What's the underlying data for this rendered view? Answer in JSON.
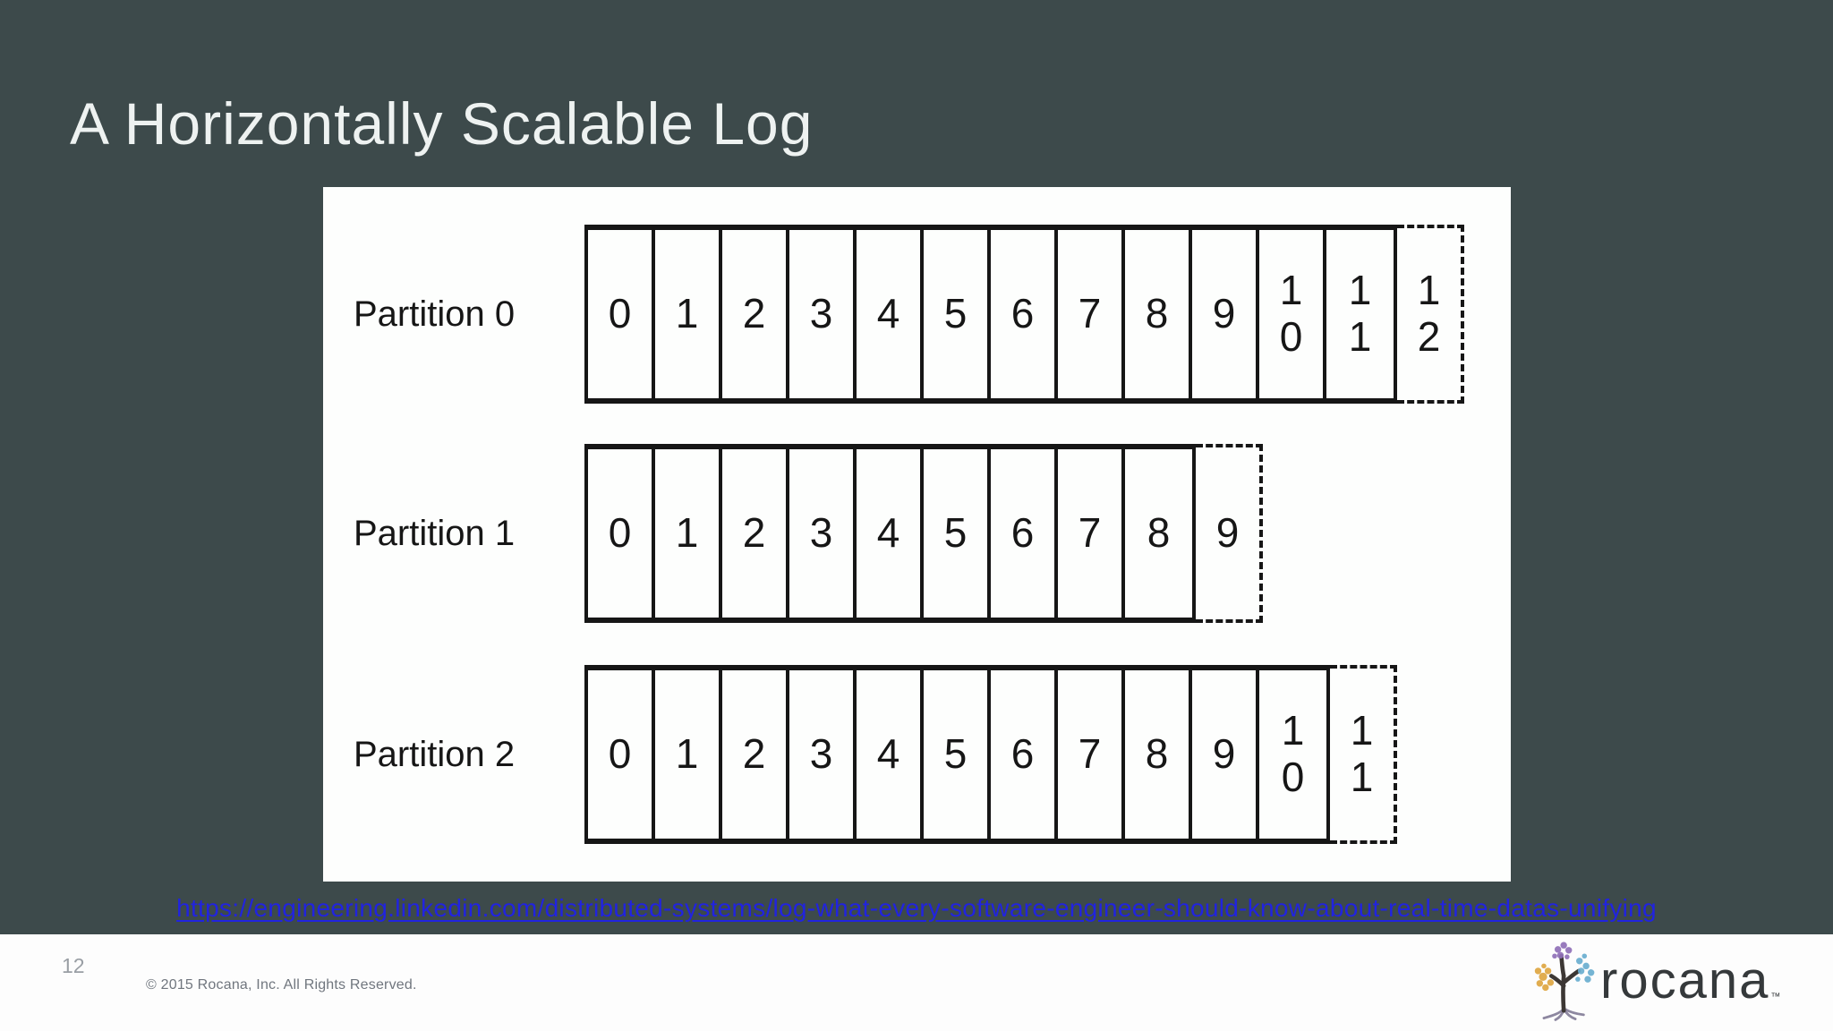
{
  "slide": {
    "title": "A Horizontally Scalable Log"
  },
  "diagram": {
    "partitions": [
      {
        "label": "Partition 0",
        "cells": [
          "0",
          "1",
          "2",
          "3",
          "4",
          "5",
          "6",
          "7",
          "8",
          "9",
          "10",
          "11"
        ],
        "next_cell": "12"
      },
      {
        "label": "Partition 1",
        "cells": [
          "0",
          "1",
          "2",
          "3",
          "4",
          "5",
          "6",
          "7",
          "8"
        ],
        "next_cell": "9"
      },
      {
        "label": "Partition 2",
        "cells": [
          "0",
          "1",
          "2",
          "3",
          "4",
          "5",
          "6",
          "7",
          "8",
          "9",
          "10"
        ],
        "next_cell": "11"
      }
    ]
  },
  "link": {
    "text": "https://engineering.linkedin.com/distributed-systems/log-what-every-software-engineer-should-know-about-real-time-datas-unifying"
  },
  "footer": {
    "page_number": "12",
    "copyright": "© 2015 Rocana, Inc. All Rights Reserved.",
    "logo_text": "rocana",
    "logo_tm": "™"
  },
  "colors": {
    "background": "#3d4a4b",
    "title_text": "#eef2f1",
    "panel_bg": "#fdfefd",
    "diagram_ink": "#161616",
    "link_blue": "#2123e0",
    "footer_bg": "#fdfdfd",
    "footer_text": "#70767e",
    "page_number_text": "#999ea4",
    "wordmark_ink": "#35393b",
    "tree_amber": "#dfa742",
    "tree_purple": "#9070b8",
    "tree_teal": "#6aaed0",
    "tree_trunk": "#3c3734",
    "tree_roots": "#8d87a0"
  }
}
